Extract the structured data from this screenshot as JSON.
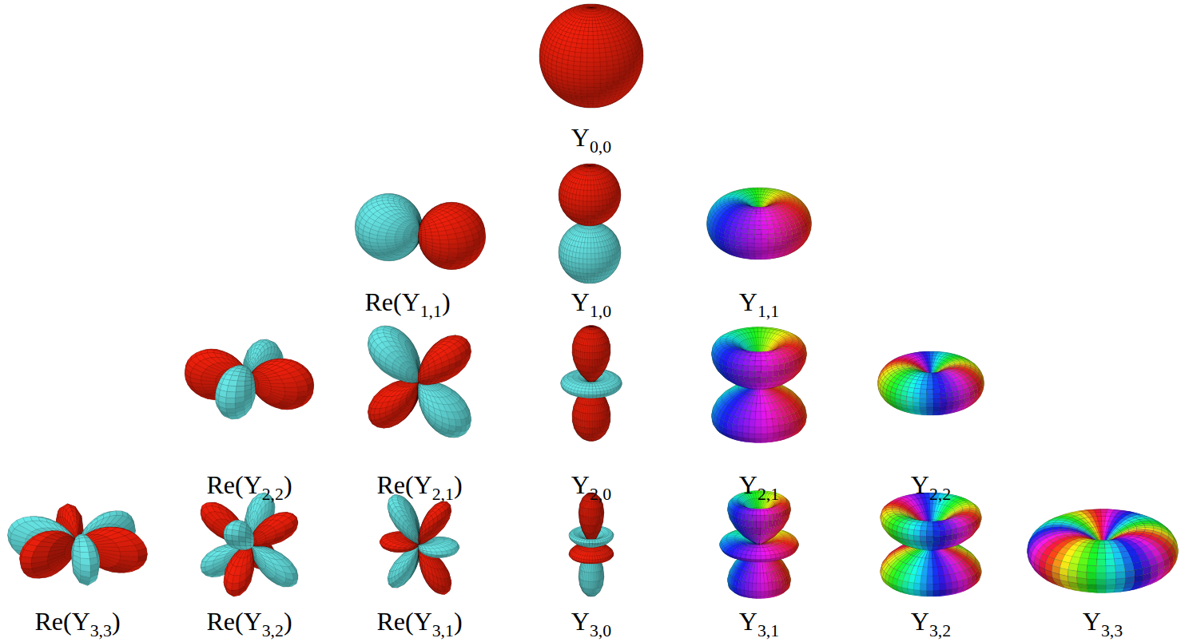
{
  "diagram": {
    "labels": [
      "Y0,0",
      "Re(Y1,1)",
      "Y1,0",
      "Y1,1",
      "Re(Y2,2)",
      "Re(Y2,1)",
      "Y2,0",
      "Y2,1",
      "Y2,2",
      "Re(Y3,3)",
      "Re(Y3,2)",
      "Re(Y3,1)",
      "Y3,0",
      "Y3,1",
      "Y3,2",
      "Y3,3"
    ]
  }
}
